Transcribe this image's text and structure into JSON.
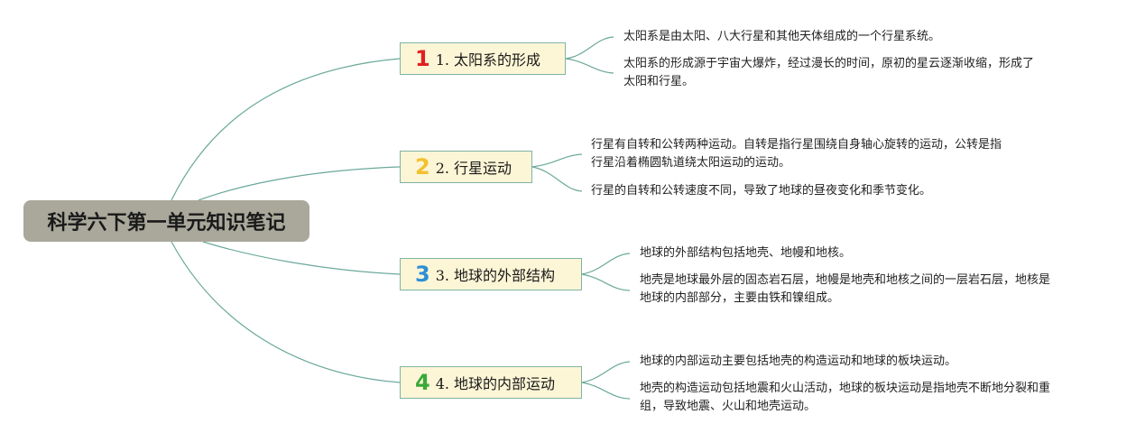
{
  "root": {
    "title": "科学六下第一单元知识笔记"
  },
  "branches": [
    {
      "number": "1",
      "color": "#e02020",
      "label": "1. 太阳系的形成",
      "notes": [
        [
          "太阳系是由太阳、八大行星和其他天体组成的一个行星系统。"
        ],
        [
          "太阳系的形成源于宇宙大爆炸，经过漫长的时间，原初的星云逐渐收缩，形成了",
          "太阳和行星。"
        ]
      ]
    },
    {
      "number": "2",
      "color": "#f2c12e",
      "label": "2. 行星运动",
      "notes": [
        [
          "行星有自转和公转两种运动。自转是指行星围绕自身轴心旋转的运动，公转是指",
          "行星沿着椭圆轨道绕太阳运动的运动。"
        ],
        [
          "行星的自转和公转速度不同，导致了地球的昼夜变化和季节变化。"
        ]
      ]
    },
    {
      "number": "3",
      "color": "#2e8fd6",
      "label": "3. 地球的外部结构",
      "notes": [
        [
          "地球的外部结构包括地壳、地幔和地核。"
        ],
        [
          "地壳是地球最外层的固态岩石层，地幔是地壳和地核之间的一层岩石层，地核是",
          "地球的内部部分，主要由铁和镍组成。"
        ]
      ]
    },
    {
      "number": "4",
      "color": "#3aa83a",
      "label": "4. 地球的内部运动",
      "notes": [
        [
          "地球的内部运动主要包括地壳的构造运动和地球的板块运动。"
        ],
        [
          "地壳的构造运动包括地震和火山活动，地球的板块运动是指地壳不断地分裂和重",
          "组，导致地震、火山和地壳运动。"
        ]
      ]
    }
  ],
  "colors": {
    "link": "#6aa89a",
    "root_bg": "#a9a89b",
    "branch_bg": "#fdf6d6",
    "branch_border": "#7fb3a6"
  }
}
